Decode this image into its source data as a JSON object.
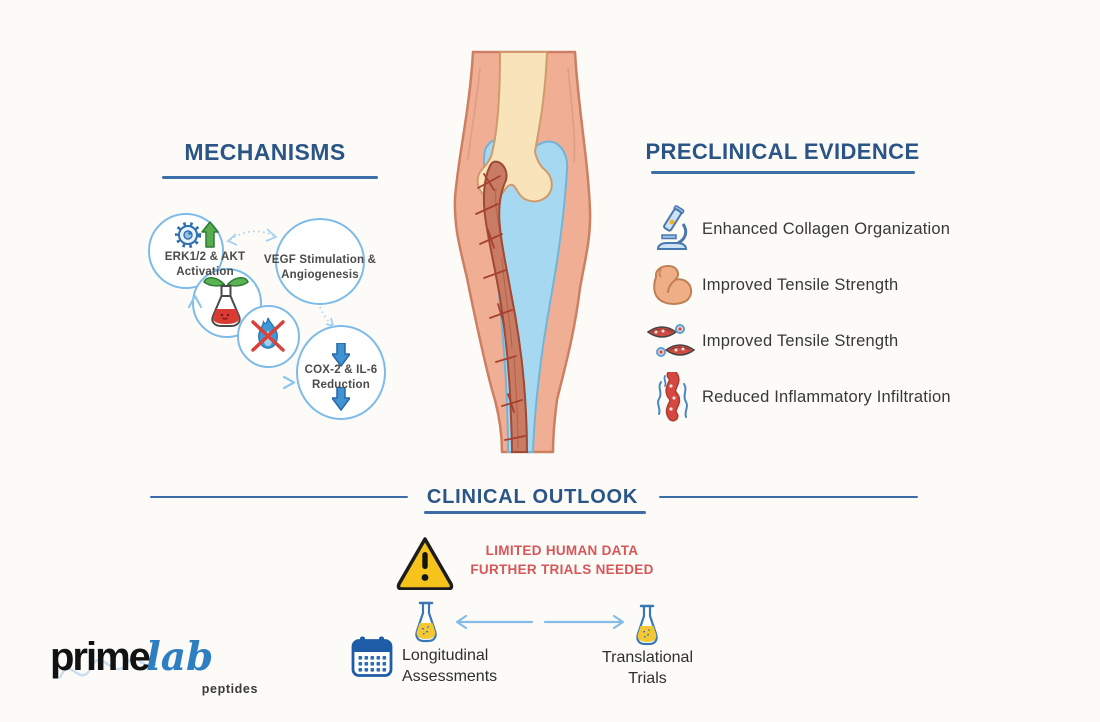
{
  "colors": {
    "background": "#fcfbf8",
    "heading_blue": "#2b5587",
    "underline_blue": "#3c6ea8",
    "circle_border": "#7ebbe8",
    "warning_red": "#d85558",
    "warning_yellow": "#f6c21c"
  },
  "mechanisms": {
    "title": "MECHANISMS",
    "nodes": {
      "erk": {
        "label": "ERK1/2 & AKT\nActivation",
        "icons": [
          "cell-gear-icon",
          "green-up-arrow-icon"
        ]
      },
      "vegf": {
        "label": "VEGF Stimulation &\nAngiogenesis"
      },
      "flask": {
        "icon": "plant-flask-icon"
      },
      "flame": {
        "icon": "crossed-out-flame-icon"
      },
      "cox": {
        "label": "COX-2 & IL-6\nReduction",
        "icons": [
          "blue-down-arrow-icon",
          "blue-down-arrow-icon"
        ]
      }
    }
  },
  "illustration": {
    "name": "leg-tendon-repair-illustration"
  },
  "preclinical": {
    "title": "PRECLINICAL EVIDENCE",
    "items": [
      {
        "icon": "microscope-icon",
        "label": "Enhanced Collagen Organization"
      },
      {
        "icon": "bicep-icon",
        "label": "Improved Tensile Strength"
      },
      {
        "icon": "muscle-fibers-icon",
        "label": "Improved Tensile Strength"
      },
      {
        "icon": "inflammation-icon",
        "label": "Reduced Inflammatory Infiltration"
      }
    ]
  },
  "clinical": {
    "title": "CLINICAL OUTLOOK",
    "warning": {
      "icon": "warning-triangle-icon",
      "line1": "LIMITED HUMAN DATA",
      "line2": "FURTHER TRIALS NEEDED"
    },
    "left_item": {
      "icons": [
        "calendar-icon",
        "flask-icon"
      ],
      "label": "Longitudinal\nAssessments"
    },
    "right_item": {
      "icons": [
        "flask-icon"
      ],
      "label": "Translational\nTrials"
    }
  },
  "logo": {
    "name_black": "prime",
    "name_blue": "lab",
    "subtitle": "peptides"
  }
}
